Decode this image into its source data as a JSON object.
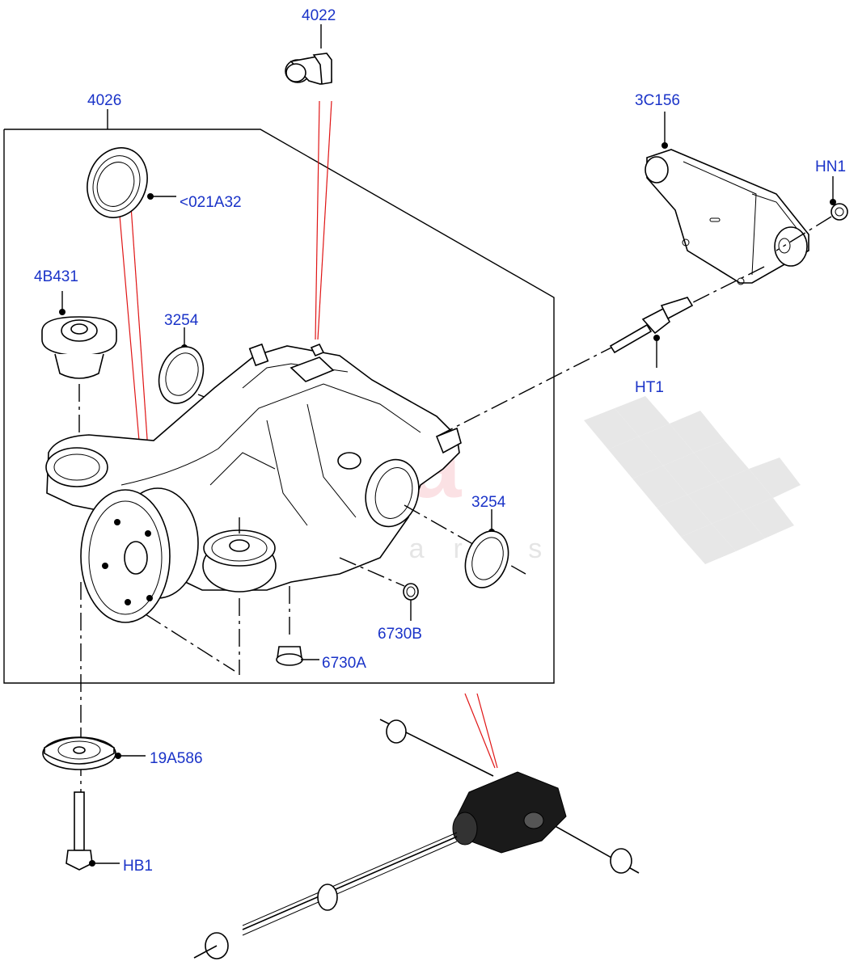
{
  "diagram": {
    "callouts": {
      "c4022": "4022",
      "c4026": "4026",
      "c3c156": "3C156",
      "chn1": "HN1",
      "c021a32": "<021A32",
      "c4b431": "4B431",
      "c3254a": "3254",
      "c3254b": "3254",
      "cht1": "HT1",
      "c6730b": "6730B",
      "c6730a": "6730A",
      "c19a586": "19A586",
      "chb1": "HB1"
    },
    "watermark": {
      "brand": "scuderia",
      "sub": "car parts"
    },
    "colors": {
      "callout_text": "#1a33c8",
      "leader_red": "#e01515",
      "watermark": "#e84a5f"
    }
  }
}
